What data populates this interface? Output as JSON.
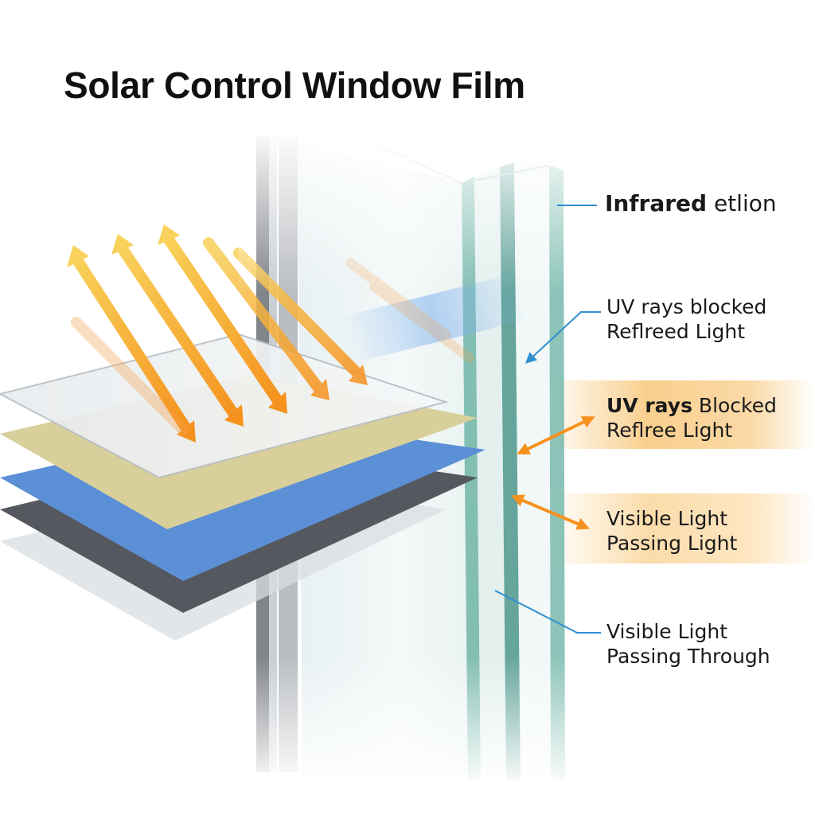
{
  "title": "Solar Control Window Film",
  "colors": {
    "arrow": "#f5921e",
    "uv_band": "#f9cf8e",
    "visible_band": "#fbdcaa",
    "film_tan": "#d8cf9a",
    "film_blue": "#5b8fd6",
    "film_dark": "#55585e",
    "glass_edge": "#4e9a8e",
    "leader_line": "#2f8fd0"
  },
  "labels": {
    "infrared": {
      "bold": "Infrared",
      "rest": " etlion"
    },
    "uv_reflected": {
      "line1": "UV rays blocked",
      "line2": "Reflreed Light"
    },
    "uv_blocked": {
      "bold": "UV rays",
      "rest": " Blocked",
      "line2": "Reflree Light"
    },
    "visible_passing": {
      "line1": "Visible Light",
      "line2": "Passing Light"
    },
    "visible_through": {
      "line1": "Visible Light",
      "line2": "Passing Through"
    }
  },
  "icons": {
    "incoming_arrows": "arrow-down-right",
    "reflect_arrows": "double-headed-arrow",
    "leader_pointer": "arrow-pointer"
  }
}
